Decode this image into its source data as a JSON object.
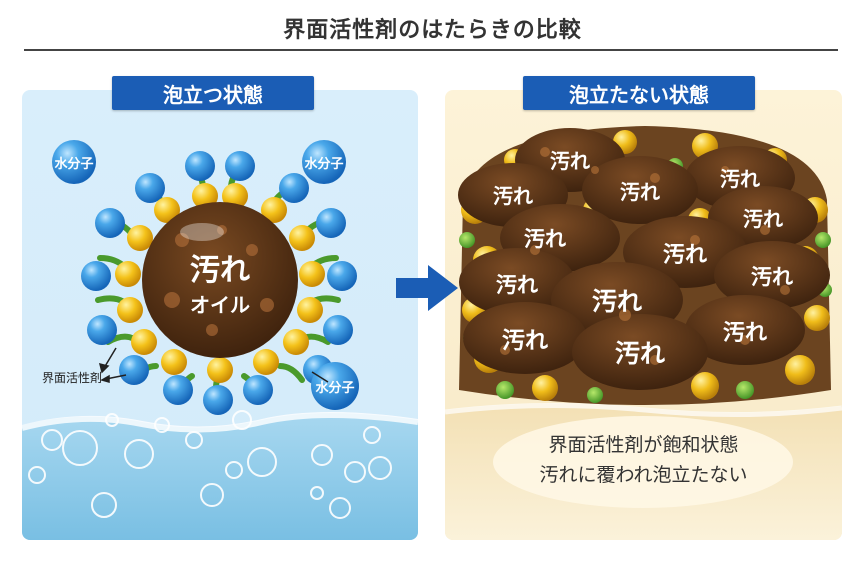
{
  "header": {
    "title": "界面活性剤のはたらきの比較"
  },
  "left_panel": {
    "label": "泡立つ状態",
    "dirt_label": "汚れ",
    "oil_label": "オイル",
    "water_molecule_labels": [
      "水分子",
      "水分子",
      "水分子"
    ],
    "surfactant_label": "界面活性剤",
    "bg_color": "#d6ecfa",
    "water_color": "#8ccbea"
  },
  "right_panel": {
    "label": "泡立たない状態",
    "dirt_labels": [
      "汚れ",
      "汚れ",
      "汚れ",
      "汚れ",
      "汚れ",
      "汚れ",
      "汚れ",
      "汚れ",
      "汚れ",
      "汚れ",
      "汚れ",
      "汚れ"
    ],
    "caption_line1": "界面活性剤が飽和状態",
    "caption_line2": "汚れに覆われ泡立たない",
    "bg_color": "#fbf0d2"
  },
  "colors": {
    "badge": "#1b5db5",
    "arrow": "#1b5db5",
    "molecule_blue": "#2f8fd8",
    "surfactant_yellow": "#f2c21b",
    "tail_green": "#4a9a2c",
    "dirt_brown": "#5a3418"
  }
}
